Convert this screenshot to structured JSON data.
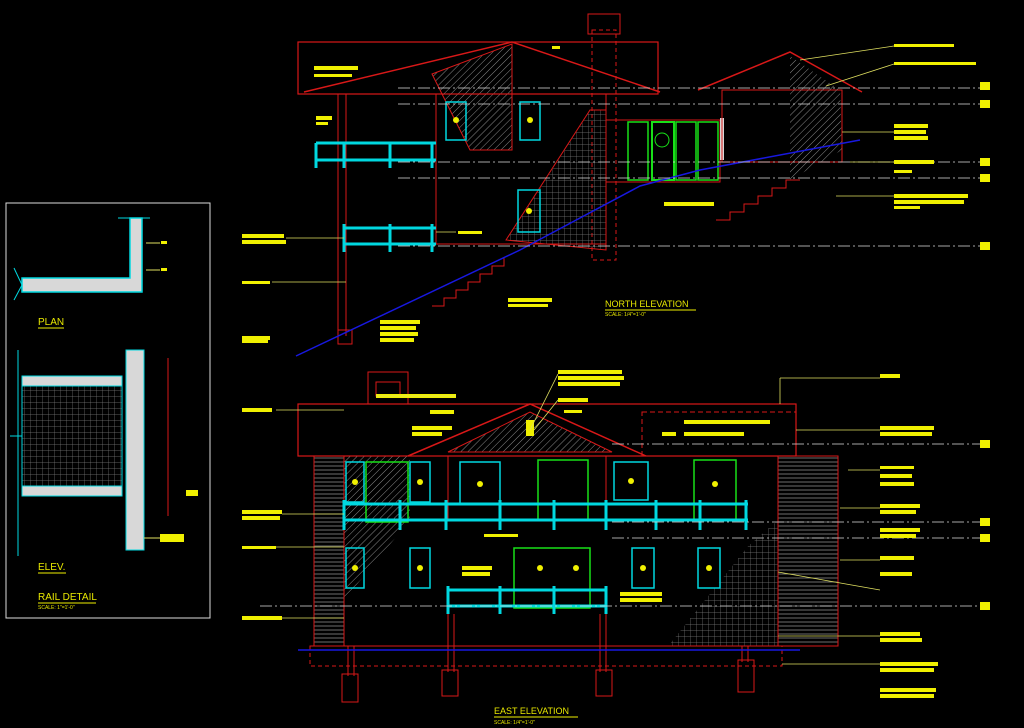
{
  "drawing": {
    "background": "#000000",
    "colors": {
      "wall": "#d81818",
      "rail": "#00d8e0",
      "door": "#18e018",
      "annotation": "#f0f000",
      "ground": "#1818e0",
      "hatch": "#9a9a9a",
      "leader": "#e0e060",
      "dimension": "#ffffff"
    }
  },
  "north_elevation": {
    "title": "NORTH ELEVATION",
    "scale": "SCALE: 1/4\"=1'-0\""
  },
  "east_elevation": {
    "title": "EAST ELEVATION",
    "scale": "SCALE: 1/4\"=1'-0\""
  },
  "rail_detail": {
    "plan_label": "PLAN",
    "elev_label": "ELEV.",
    "title": "RAIL DETAIL",
    "scale": "SCALE: 1\"=1'-0\""
  }
}
